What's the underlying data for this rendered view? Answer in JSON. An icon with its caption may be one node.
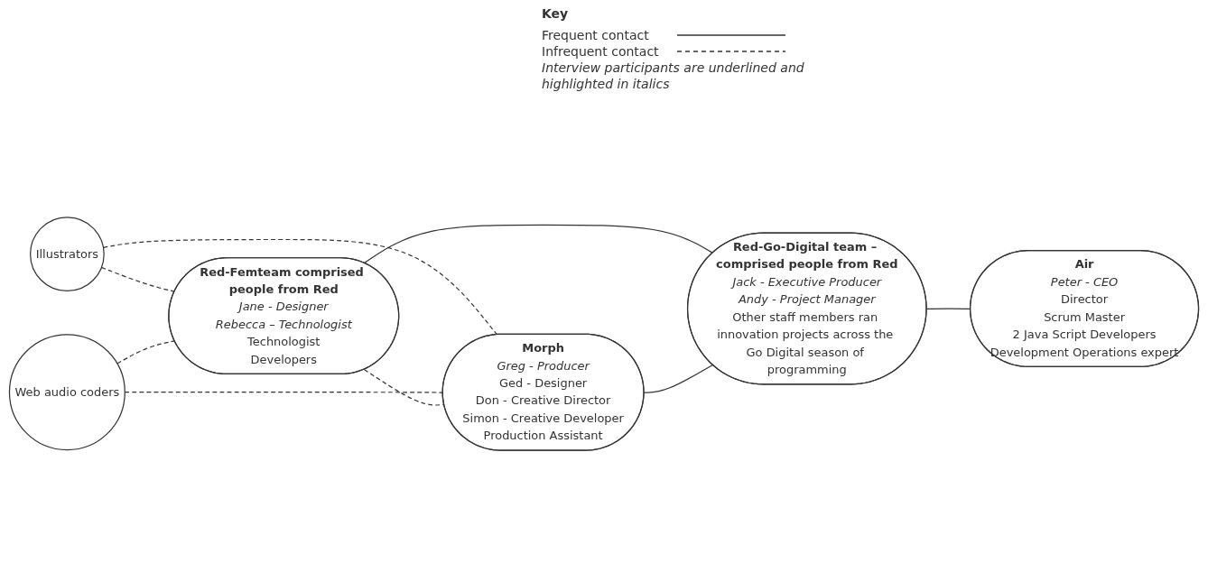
{
  "diagram": {
    "nodes": [
      {
        "text": [
          "Illustrators"
        ]
      },
      {
        "text": [
          "Red-Femteam comprised people from Red",
          "Jane - Designer",
          "Rebecca – Technologist",
          "Technologist",
          "Developers"
        ]
      },
      {
        "text": [
          "Red-Go-Digital team – comprised people from Red",
          "Jack - Executive Producer",
          "Andy - Project Manager",
          "Other staff members ran innovation projects across the Go Digital season of programming"
        ]
      },
      {
        "text": [
          "Air",
          "Peter - CEO",
          "Director",
          "Scrum Master",
          "2 Java Script Developers",
          "Development Operations expert"
        ]
      },
      {
        "text": [
          "Web audio coders"
        ]
      },
      {
        "text": [
          "Morph",
          "Greg - Producer",
          "Ged - Designer",
          "Don - Creative Director",
          "Simon - Creative Developer",
          "Production Assistant"
        ]
      }
    ],
    "edges": [
      {
        "from": 0,
        "to": 1,
        "arrow": "none",
        "style": "dashed"
      },
      {
        "from": 0,
        "to": 5,
        "arrow": "none",
        "style": "dashed"
      },
      {
        "from": 4,
        "to": 1,
        "arrow": "none",
        "style": "dashed"
      },
      {
        "from": 4,
        "to": 5,
        "arrow": "none",
        "style": "dashed"
      },
      {
        "from": 1,
        "to": 5,
        "arrow": "none",
        "style": "dashed"
      },
      {
        "from": 1,
        "to": 2,
        "arrow": "none"
      },
      {
        "from": 5,
        "to": 2,
        "arrow": "none"
      },
      {
        "from": 2,
        "to": 3,
        "arrow": "none"
      }
    ],
    "labels": [
      "Key",
      "Interview participants are underlined and highlighted in italics"
    ],
    "legend": [
      {
        "text": "Frequent contact"
      },
      {
        "text": "Infrequent contact"
      }
    ]
  }
}
